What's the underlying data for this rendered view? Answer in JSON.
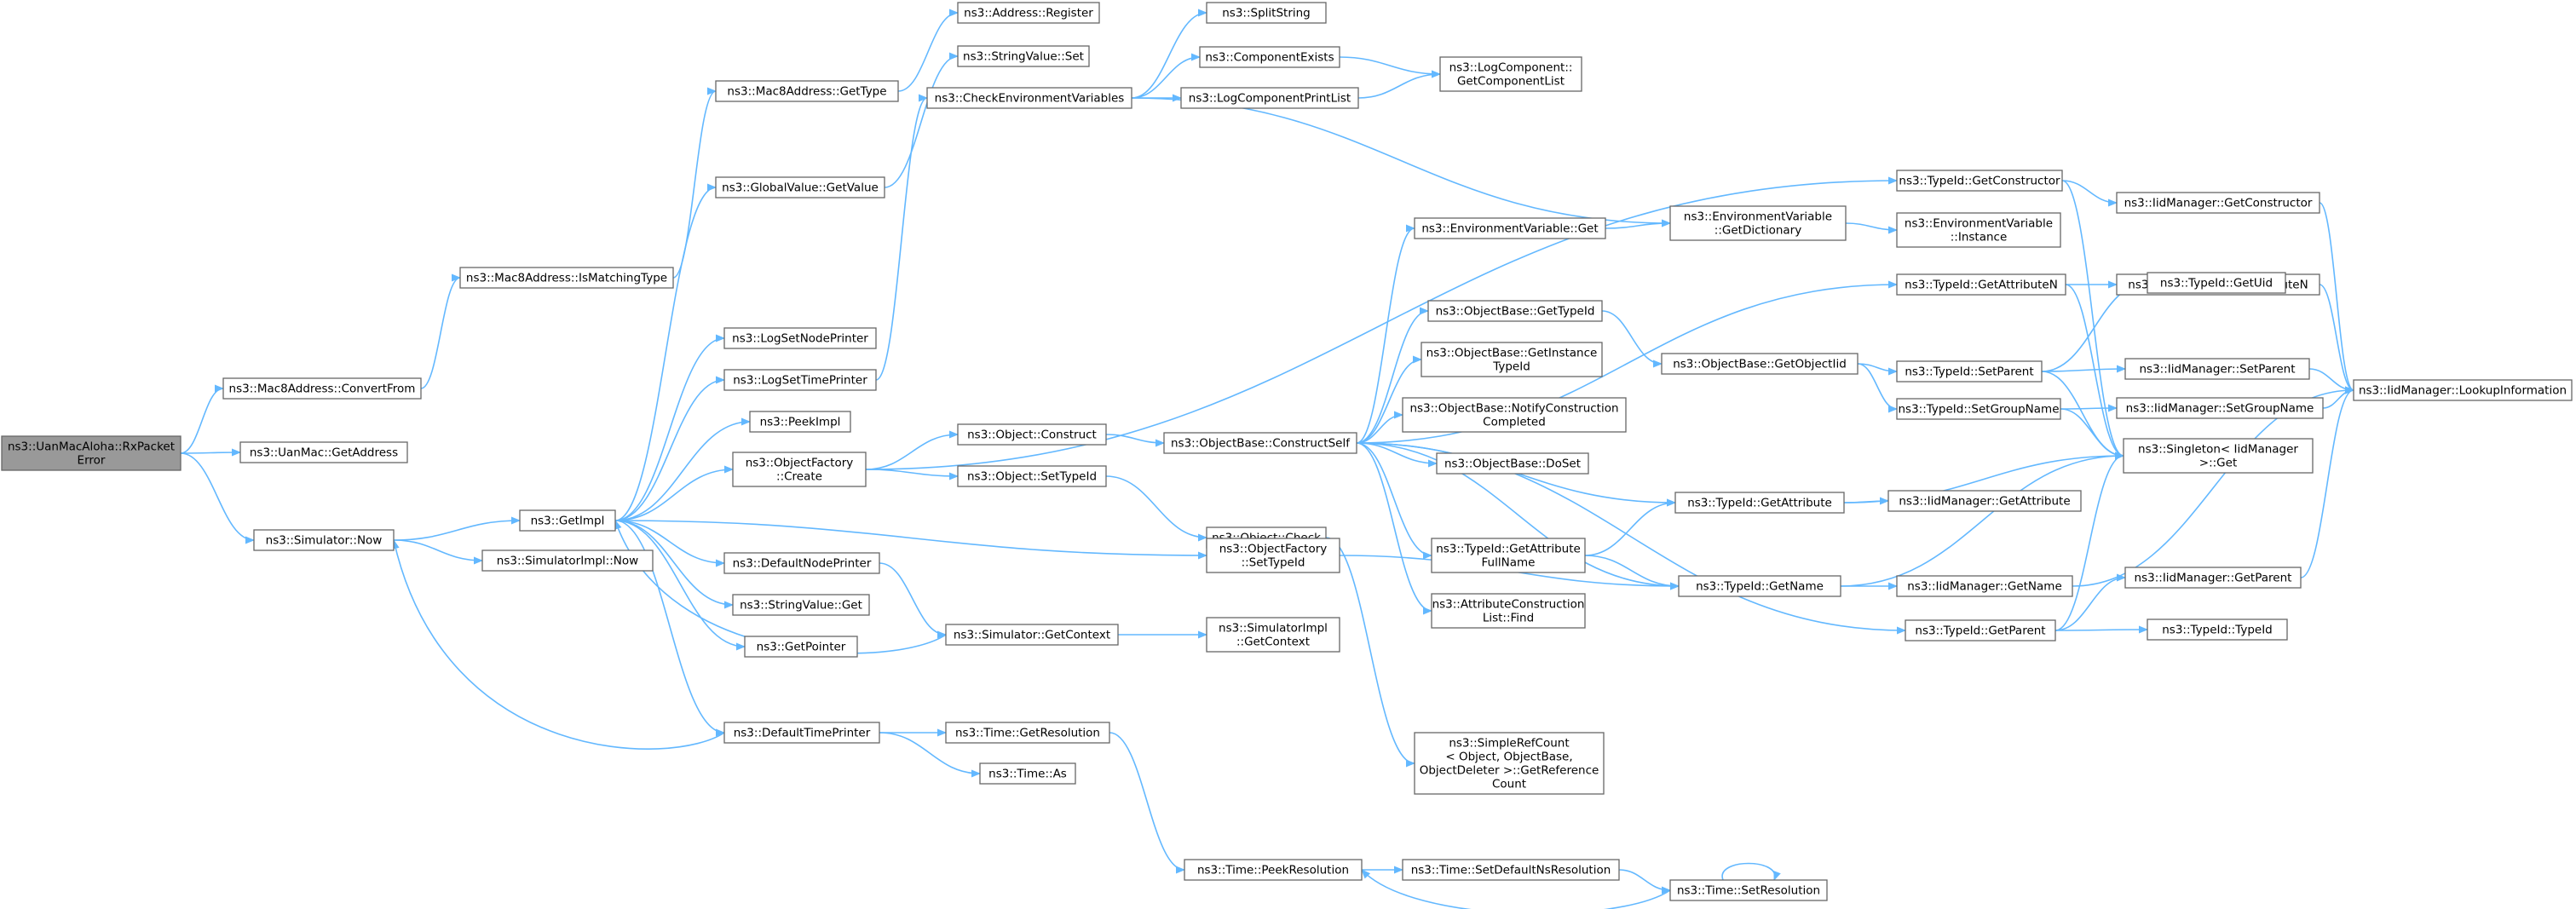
{
  "diagram": {
    "root": "n_root",
    "nodes": [
      {
        "id": "n_root",
        "lines": [
          "ns3::UanMacAloha::RxPacket",
          "Error"
        ]
      },
      {
        "id": "n_cf",
        "lines": [
          "ns3::Mac8Address::ConvertFrom"
        ]
      },
      {
        "id": "n_ga",
        "lines": [
          "ns3::UanMac::GetAddress"
        ]
      },
      {
        "id": "n_snow",
        "lines": [
          "ns3::Simulator::Now"
        ]
      },
      {
        "id": "n_ismt",
        "lines": [
          "ns3::Mac8Address::IsMatchingType"
        ]
      },
      {
        "id": "n_m8gt",
        "lines": [
          "ns3::Mac8Address::GetType"
        ]
      },
      {
        "id": "n_areg",
        "lines": [
          "ns3::Address::Register"
        ]
      },
      {
        "id": "n_getimpl",
        "lines": [
          "ns3::GetImpl"
        ]
      },
      {
        "id": "n_sinow",
        "lines": [
          "ns3::SimulatorImpl::Now"
        ]
      },
      {
        "id": "n_gvgv",
        "lines": [
          "ns3::GlobalValue::GetValue"
        ]
      },
      {
        "id": "n_svset",
        "lines": [
          "ns3::StringValue::Set"
        ]
      },
      {
        "id": "n_lsnp",
        "lines": [
          "ns3::LogSetNodePrinter"
        ]
      },
      {
        "id": "n_lstp",
        "lines": [
          "ns3::LogSetTimePrinter"
        ]
      },
      {
        "id": "n_cev",
        "lines": [
          "ns3::CheckEnvironmentVariables"
        ]
      },
      {
        "id": "n_peek",
        "lines": [
          "ns3::PeekImpl"
        ]
      },
      {
        "id": "n_ofc",
        "lines": [
          "ns3::ObjectFactory",
          "::Create"
        ]
      },
      {
        "id": "n_dnp",
        "lines": [
          "ns3::DefaultNodePrinter"
        ]
      },
      {
        "id": "n_svget",
        "lines": [
          "ns3::StringValue::Get"
        ]
      },
      {
        "id": "n_gp",
        "lines": [
          "ns3::GetPointer"
        ]
      },
      {
        "id": "n_dtp",
        "lines": [
          "ns3::DefaultTimePrinter"
        ]
      },
      {
        "id": "n_split",
        "lines": [
          "ns3::SplitString"
        ]
      },
      {
        "id": "n_ce",
        "lines": [
          "ns3::ComponentExists"
        ]
      },
      {
        "id": "n_lcpl",
        "lines": [
          "ns3::LogComponentPrintList"
        ]
      },
      {
        "id": "n_lcgl",
        "lines": [
          "ns3::LogComponent::",
          "GetComponentList"
        ]
      },
      {
        "id": "n_oc",
        "lines": [
          "ns3::Object::Construct"
        ]
      },
      {
        "id": "n_osti",
        "lines": [
          "ns3::Object::SetTypeId"
        ]
      },
      {
        "id": "n_ocheck",
        "lines": [
          "ns3::Object::Check"
        ]
      },
      {
        "id": "n_ofsti",
        "lines": [
          "ns3::ObjectFactory",
          "::SetTypeId"
        ]
      },
      {
        "id": "n_sgc",
        "lines": [
          "ns3::Simulator::GetContext"
        ]
      },
      {
        "id": "n_sigc",
        "lines": [
          "ns3::SimulatorImpl",
          "::GetContext"
        ]
      },
      {
        "id": "n_tgr",
        "lines": [
          "ns3::Time::GetResolution"
        ]
      },
      {
        "id": "n_tas",
        "lines": [
          "ns3::Time::As"
        ]
      },
      {
        "id": "n_tpr",
        "lines": [
          "ns3::Time::PeekResolution"
        ]
      },
      {
        "id": "n_tsdnr",
        "lines": [
          "ns3::Time::SetDefaultNsResolution"
        ]
      },
      {
        "id": "n_tsr",
        "lines": [
          "ns3::Time::SetResolution"
        ]
      },
      {
        "id": "n_obcs",
        "lines": [
          "ns3::ObjectBase::ConstructSelf"
        ]
      },
      {
        "id": "n_evget",
        "lines": [
          "ns3::EnvironmentVariable::Get"
        ]
      },
      {
        "id": "n_evgd",
        "lines": [
          "ns3::EnvironmentVariable",
          "::GetDictionary"
        ]
      },
      {
        "id": "n_evi",
        "lines": [
          "ns3::EnvironmentVariable",
          "::Instance"
        ]
      },
      {
        "id": "n_obgti",
        "lines": [
          "ns3::ObjectBase::GetTypeId"
        ]
      },
      {
        "id": "n_obgiti",
        "lines": [
          "ns3::ObjectBase::GetInstance",
          "TypeId"
        ]
      },
      {
        "id": "n_obnc",
        "lines": [
          "ns3::ObjectBase::NotifyConstruction",
          "Completed"
        ]
      },
      {
        "id": "n_obds",
        "lines": [
          "ns3::ObjectBase::DoSet"
        ]
      },
      {
        "id": "n_tigafn",
        "lines": [
          "ns3::TypeId::GetAttribute",
          "FullName"
        ]
      },
      {
        "id": "n_aclf",
        "lines": [
          "ns3::AttributeConstruction",
          "List::Find"
        ]
      },
      {
        "id": "n_srcgrc",
        "lines": [
          "ns3::SimpleRefCount",
          "< Object, ObjectBase,",
          "ObjectDeleter >::GetReference",
          "Count"
        ]
      },
      {
        "id": "n_obgoi",
        "lines": [
          "ns3::ObjectBase::GetObjectIid"
        ]
      },
      {
        "id": "n_tiga",
        "lines": [
          "ns3::TypeId::GetAttribute"
        ]
      },
      {
        "id": "n_tigname",
        "lines": [
          "ns3::TypeId::GetName"
        ]
      },
      {
        "id": "n_tigc",
        "lines": [
          "ns3::TypeId::GetConstructor"
        ]
      },
      {
        "id": "n_tigan",
        "lines": [
          "ns3::TypeId::GetAttributeN"
        ]
      },
      {
        "id": "n_tisp",
        "lines": [
          "ns3::TypeId::SetParent"
        ]
      },
      {
        "id": "n_tisgn",
        "lines": [
          "ns3::TypeId::SetGroupName"
        ]
      },
      {
        "id": "n_tigp",
        "lines": [
          "ns3::TypeId::GetParent"
        ]
      },
      {
        "id": "n_imgc",
        "lines": [
          "ns3::IidManager::GetConstructor"
        ]
      },
      {
        "id": "n_imgan",
        "lines": [
          "ns3::IidManager::GetAttributeN"
        ]
      },
      {
        "id": "n_tigu",
        "lines": [
          "ns3::TypeId::GetUid"
        ]
      },
      {
        "id": "n_imsp",
        "lines": [
          "ns3::IidManager::SetParent"
        ]
      },
      {
        "id": "n_imsgn",
        "lines": [
          "ns3::IidManager::SetGroupName"
        ]
      },
      {
        "id": "n_sing",
        "lines": [
          "ns3::Singleton< IidManager",
          " >::Get"
        ]
      },
      {
        "id": "n_imga",
        "lines": [
          "ns3::IidManager::GetAttribute"
        ]
      },
      {
        "id": "n_imgname",
        "lines": [
          "ns3::IidManager::GetName"
        ]
      },
      {
        "id": "n_imgp",
        "lines": [
          "ns3::IidManager::GetParent"
        ]
      },
      {
        "id": "n_titi",
        "lines": [
          "ns3::TypeId::TypeId"
        ]
      },
      {
        "id": "n_imli",
        "lines": [
          "ns3::IidManager::LookupInformation"
        ]
      }
    ],
    "edges": [
      [
        "n_root",
        "n_cf"
      ],
      [
        "n_root",
        "n_ga"
      ],
      [
        "n_root",
        "n_snow"
      ],
      [
        "n_cf",
        "n_ismt"
      ],
      [
        "n_ismt",
        "n_m8gt"
      ],
      [
        "n_m8gt",
        "n_areg"
      ],
      [
        "n_snow",
        "n_getimpl"
      ],
      [
        "n_snow",
        "n_sinow"
      ],
      [
        "n_getimpl",
        "n_gvgv"
      ],
      [
        "n_gvgv",
        "n_svset"
      ],
      [
        "n_getimpl",
        "n_lsnp"
      ],
      [
        "n_getimpl",
        "n_lstp"
      ],
      [
        "n_lstp",
        "n_cev"
      ],
      [
        "n_getimpl",
        "n_peek"
      ],
      [
        "n_getimpl",
        "n_ofc"
      ],
      [
        "n_getimpl",
        "n_dnp"
      ],
      [
        "n_getimpl",
        "n_svget"
      ],
      [
        "n_getimpl",
        "n_gp"
      ],
      [
        "n_getimpl",
        "n_dtp"
      ],
      [
        "n_getimpl",
        "n_ofsti"
      ],
      [
        "n_cev",
        "n_split"
      ],
      [
        "n_cev",
        "n_ce"
      ],
      [
        "n_cev",
        "n_lcpl"
      ],
      [
        "n_cev",
        "n_evgd"
      ],
      [
        "n_ce",
        "n_lcgl"
      ],
      [
        "n_lcpl",
        "n_lcgl"
      ],
      [
        "n_ofc",
        "n_oc"
      ],
      [
        "n_ofc",
        "n_osti"
      ],
      [
        "n_ofc",
        "n_tigc"
      ],
      [
        "n_oc",
        "n_obcs"
      ],
      [
        "n_osti",
        "n_ocheck"
      ],
      [
        "n_ocheck",
        "n_srcgrc"
      ],
      [
        "n_dnp",
        "n_sgc"
      ],
      [
        "n_sgc",
        "n_sigc"
      ],
      [
        "n_sgc",
        "n_getimpl"
      ],
      [
        "n_dtp",
        "n_snow"
      ],
      [
        "n_dtp",
        "n_tgr"
      ],
      [
        "n_dtp",
        "n_tas"
      ],
      [
        "n_tgr",
        "n_tpr"
      ],
      [
        "n_tpr",
        "n_tsdnr"
      ],
      [
        "n_tsdnr",
        "n_tsr"
      ],
      [
        "n_tsr",
        "n_tpr"
      ],
      [
        "n_tsr",
        "n_tsr"
      ],
      [
        "n_ofsti",
        "n_tigname"
      ],
      [
        "n_obcs",
        "n_evget"
      ],
      [
        "n_obcs",
        "n_obgti"
      ],
      [
        "n_obcs",
        "n_obgiti"
      ],
      [
        "n_obcs",
        "n_obnc"
      ],
      [
        "n_obcs",
        "n_obds"
      ],
      [
        "n_obcs",
        "n_tigafn"
      ],
      [
        "n_obcs",
        "n_aclf"
      ],
      [
        "n_obcs",
        "n_tiga"
      ],
      [
        "n_obcs",
        "n_tigname"
      ],
      [
        "n_obcs",
        "n_tigan"
      ],
      [
        "n_obcs",
        "n_tigp"
      ],
      [
        "n_evget",
        "n_evgd"
      ],
      [
        "n_evgd",
        "n_evi"
      ],
      [
        "n_obgti",
        "n_obgoi"
      ],
      [
        "n_obgoi",
        "n_tisp"
      ],
      [
        "n_obgoi",
        "n_tisgn"
      ],
      [
        "n_tigafn",
        "n_tiga"
      ],
      [
        "n_tigafn",
        "n_tigname"
      ],
      [
        "n_tiga",
        "n_imga"
      ],
      [
        "n_tiga",
        "n_sing"
      ],
      [
        "n_tigname",
        "n_imgname"
      ],
      [
        "n_tigname",
        "n_sing"
      ],
      [
        "n_tigc",
        "n_imgc"
      ],
      [
        "n_tigc",
        "n_sing"
      ],
      [
        "n_tigan",
        "n_imgan"
      ],
      [
        "n_tigan",
        "n_sing"
      ],
      [
        "n_tisp",
        "n_tigu"
      ],
      [
        "n_tisp",
        "n_imsp"
      ],
      [
        "n_tisp",
        "n_sing"
      ],
      [
        "n_tisgn",
        "n_imsgn"
      ],
      [
        "n_tisgn",
        "n_sing"
      ],
      [
        "n_tigp",
        "n_imgp"
      ],
      [
        "n_tigp",
        "n_titi"
      ],
      [
        "n_tigp",
        "n_sing"
      ],
      [
        "n_imgc",
        "n_imli"
      ],
      [
        "n_imgan",
        "n_imli"
      ],
      [
        "n_imsp",
        "n_imli"
      ],
      [
        "n_imsgn",
        "n_imli"
      ],
      [
        "n_imgname",
        "n_imli"
      ],
      [
        "n_imgp",
        "n_imli"
      ]
    ]
  }
}
